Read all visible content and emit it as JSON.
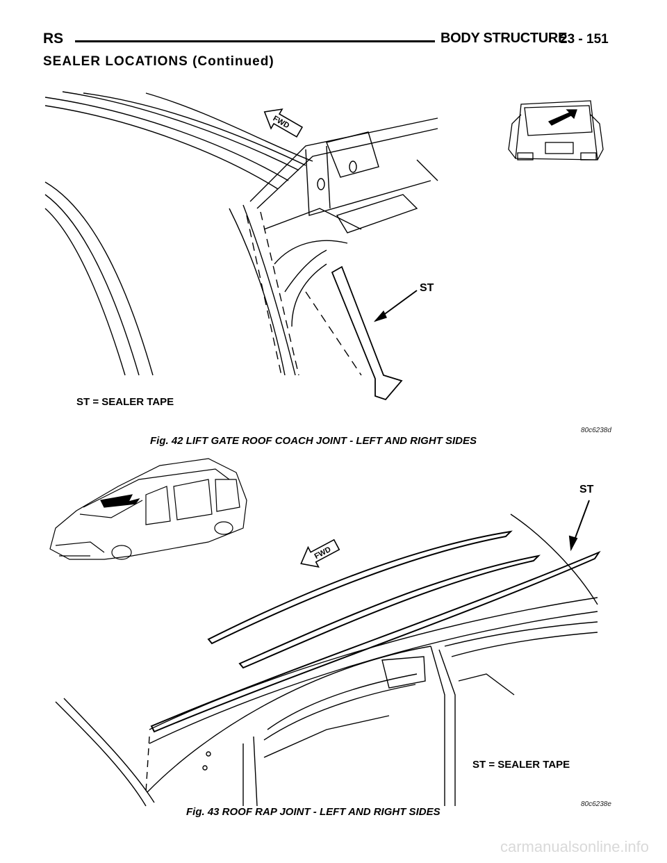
{
  "header": {
    "left": "RS",
    "title": "BODY STRUCTURE",
    "page": "23 - 151"
  },
  "section_title": "SEALER LOCATIONS (Continued)",
  "figure42": {
    "caption": "Fig. 42 LIFT GATE ROOF COACH JOINT - LEFT AND RIGHT SIDES",
    "code": "80c6238d",
    "callout": "ST",
    "legend": "ST = SEALER TAPE",
    "arrow_text": "FWD"
  },
  "figure43": {
    "caption": "Fig. 43 ROOF RAP JOINT - LEFT AND RIGHT SIDES",
    "code": "80c6238e",
    "callout": "ST",
    "legend": "ST = SEALER TAPE",
    "arrow_text": "FWD"
  },
  "watermark": "carmanualsonline.info"
}
